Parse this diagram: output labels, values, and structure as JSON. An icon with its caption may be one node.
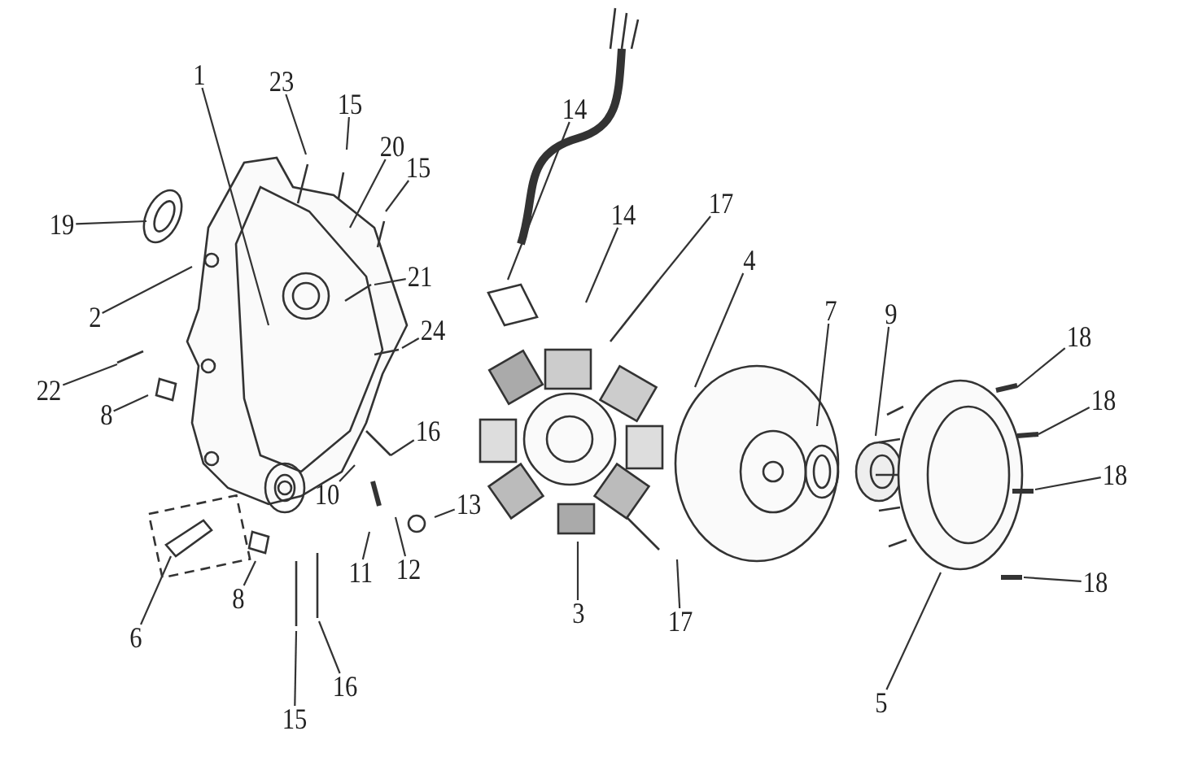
{
  "diagram": {
    "nodes": [
      {
        "text": [
          "1"
        ]
      },
      {
        "text": [
          "23"
        ]
      },
      {
        "text": [
          "15"
        ]
      },
      {
        "text": [
          "20"
        ]
      },
      {
        "text": [
          "15"
        ]
      },
      {
        "text": [
          "19"
        ]
      },
      {
        "text": [
          "2"
        ]
      },
      {
        "text": [
          "21"
        ]
      },
      {
        "text": [
          "24"
        ]
      },
      {
        "text": [
          "22"
        ]
      },
      {
        "text": [
          "8"
        ]
      },
      {
        "text": [
          "16"
        ]
      },
      {
        "text": [
          "13"
        ]
      },
      {
        "text": [
          "10"
        ]
      },
      {
        "text": [
          "11"
        ]
      },
      {
        "text": [
          "12"
        ]
      },
      {
        "text": [
          "6"
        ]
      },
      {
        "text": [
          "8"
        ]
      },
      {
        "text": [
          "15"
        ]
      },
      {
        "text": [
          "16"
        ]
      },
      {
        "text": [
          "14"
        ]
      },
      {
        "text": [
          "14"
        ]
      },
      {
        "text": [
          "17"
        ]
      },
      {
        "text": [
          "4"
        ]
      },
      {
        "text": [
          "3"
        ]
      },
      {
        "text": [
          "17"
        ]
      },
      {
        "text": [
          "7"
        ]
      },
      {
        "text": [
          "9"
        ]
      },
      {
        "text": [
          "18"
        ]
      },
      {
        "text": [
          "18"
        ]
      },
      {
        "text": [
          "18"
        ]
      },
      {
        "text": [
          "18"
        ]
      },
      {
        "text": [
          "5"
        ]
      }
    ],
    "edges": [
      {
        "from": 0,
        "to": null,
        "arrow": "none"
      },
      {
        "from": 1,
        "to": null,
        "arrow": "none"
      },
      {
        "from": 2,
        "to": null,
        "arrow": "none"
      },
      {
        "from": 3,
        "to": null,
        "arrow": "none"
      },
      {
        "from": 4,
        "to": null,
        "arrow": "none"
      },
      {
        "from": 5,
        "to": null,
        "arrow": "none"
      },
      {
        "from": 6,
        "to": null,
        "arrow": "none"
      },
      {
        "from": 7,
        "to": null,
        "arrow": "none"
      },
      {
        "from": 8,
        "to": null,
        "arrow": "none"
      },
      {
        "from": 9,
        "to": null,
        "arrow": "none"
      },
      {
        "from": 10,
        "to": null,
        "arrow": "none"
      },
      {
        "from": 11,
        "to": null,
        "arrow": "none"
      },
      {
        "from": 12,
        "to": null,
        "arrow": "none"
      },
      {
        "from": 13,
        "to": null,
        "arrow": "none"
      },
      {
        "from": 14,
        "to": null,
        "arrow": "none"
      },
      {
        "from": 15,
        "to": null,
        "arrow": "none"
      },
      {
        "from": 16,
        "to": null,
        "arrow": "none"
      },
      {
        "from": 17,
        "to": null,
        "arrow": "none"
      },
      {
        "from": 18,
        "to": null,
        "arrow": "none"
      },
      {
        "from": 19,
        "to": null,
        "arrow": "none"
      },
      {
        "from": 20,
        "to": null,
        "arrow": "none"
      },
      {
        "from": 21,
        "to": null,
        "arrow": "none"
      },
      {
        "from": 22,
        "to": null,
        "arrow": "none"
      },
      {
        "from": 23,
        "to": null,
        "arrow": "none"
      },
      {
        "from": 24,
        "to": null,
        "arrow": "none"
      },
      {
        "from": 25,
        "to": null,
        "arrow": "none"
      },
      {
        "from": 26,
        "to": null,
        "arrow": "none"
      },
      {
        "from": 27,
        "to": null,
        "arrow": "none"
      },
      {
        "from": 28,
        "to": null,
        "arrow": "none"
      },
      {
        "from": 29,
        "to": null,
        "arrow": "none"
      },
      {
        "from": 30,
        "to": null,
        "arrow": "none"
      },
      {
        "from": 31,
        "to": null,
        "arrow": "none"
      },
      {
        "from": 32,
        "to": null,
        "arrow": "none"
      }
    ]
  }
}
